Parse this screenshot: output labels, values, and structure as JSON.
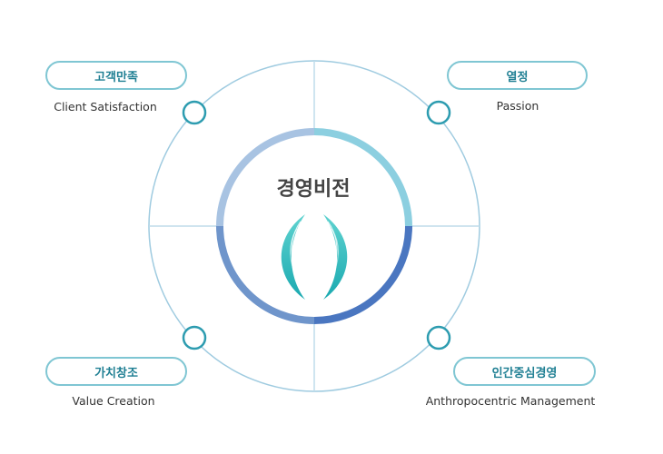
{
  "center": {
    "title": "경영비전",
    "logo_icon": "twin-leaf-logo-icon"
  },
  "values": [
    {
      "id": "client",
      "label_ko": "고객만족",
      "label_en": "Client Satisfaction",
      "position": "top-left"
    },
    {
      "id": "passion",
      "label_ko": "열정",
      "label_en": "Passion",
      "position": "top-right"
    },
    {
      "id": "value",
      "label_ko": "가치창조",
      "label_en": "Value Creation",
      "position": "bottom-left"
    },
    {
      "id": "human",
      "label_ko": "인간중심경영",
      "label_en": "Anthropocentric Management",
      "position": "bottom-right"
    }
  ],
  "colors": {
    "outer_circle": "#9fcbe0",
    "pill_border": "#7fc6d3",
    "pill_text": "#1f7f93",
    "node_ring": "#2d9cb0",
    "inner_ring_light": "#8ccfe0",
    "inner_ring_mid": "#a3bfe0",
    "inner_ring_dark": "#4a76c0",
    "logo": "#27b6b8"
  }
}
